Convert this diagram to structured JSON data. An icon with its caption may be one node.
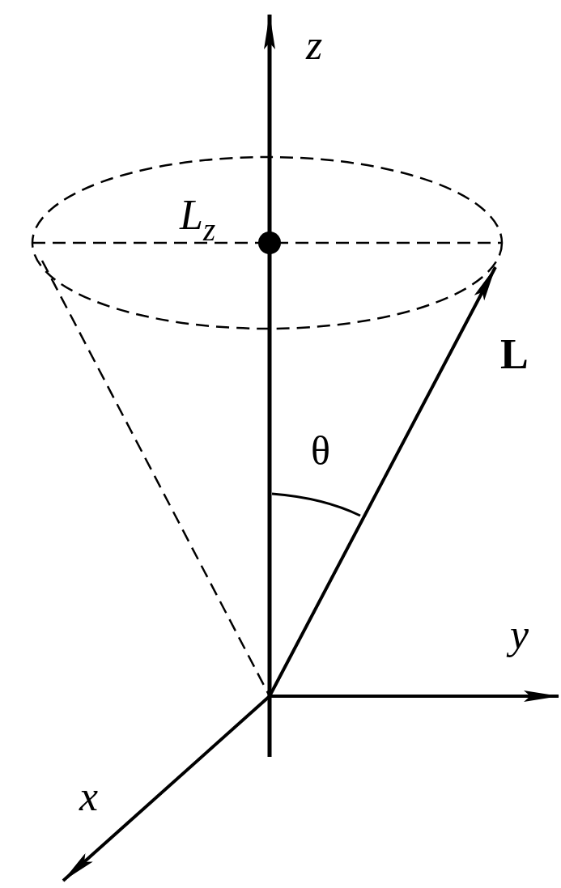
{
  "diagram": {
    "labels": [
      "z",
      "L$_{z}$",
      "L",
      "θ",
      "y",
      "x"
    ]
  }
}
